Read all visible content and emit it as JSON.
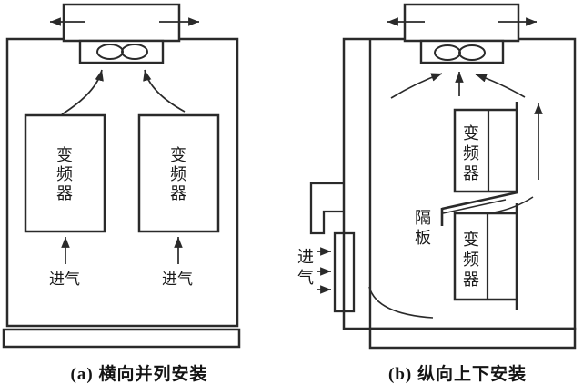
{
  "panel_a": {
    "caption": "(a) 横向并列安装",
    "converter_left": "变频器",
    "converter_right": "变频器",
    "intake_left": "进气",
    "intake_right": "进气"
  },
  "panel_b": {
    "caption": "(b) 纵向上下安装",
    "converter_top": "变频器",
    "converter_bottom": "变频器",
    "partition_label": "隔板",
    "intake_label": "进气"
  },
  "icons": {
    "fan": "fan-blades-infinity-symbol",
    "airflow": "arrow"
  },
  "colors": {
    "line": "#2a2a2a",
    "text": "#1a1a1a",
    "background": "#ffffff"
  }
}
